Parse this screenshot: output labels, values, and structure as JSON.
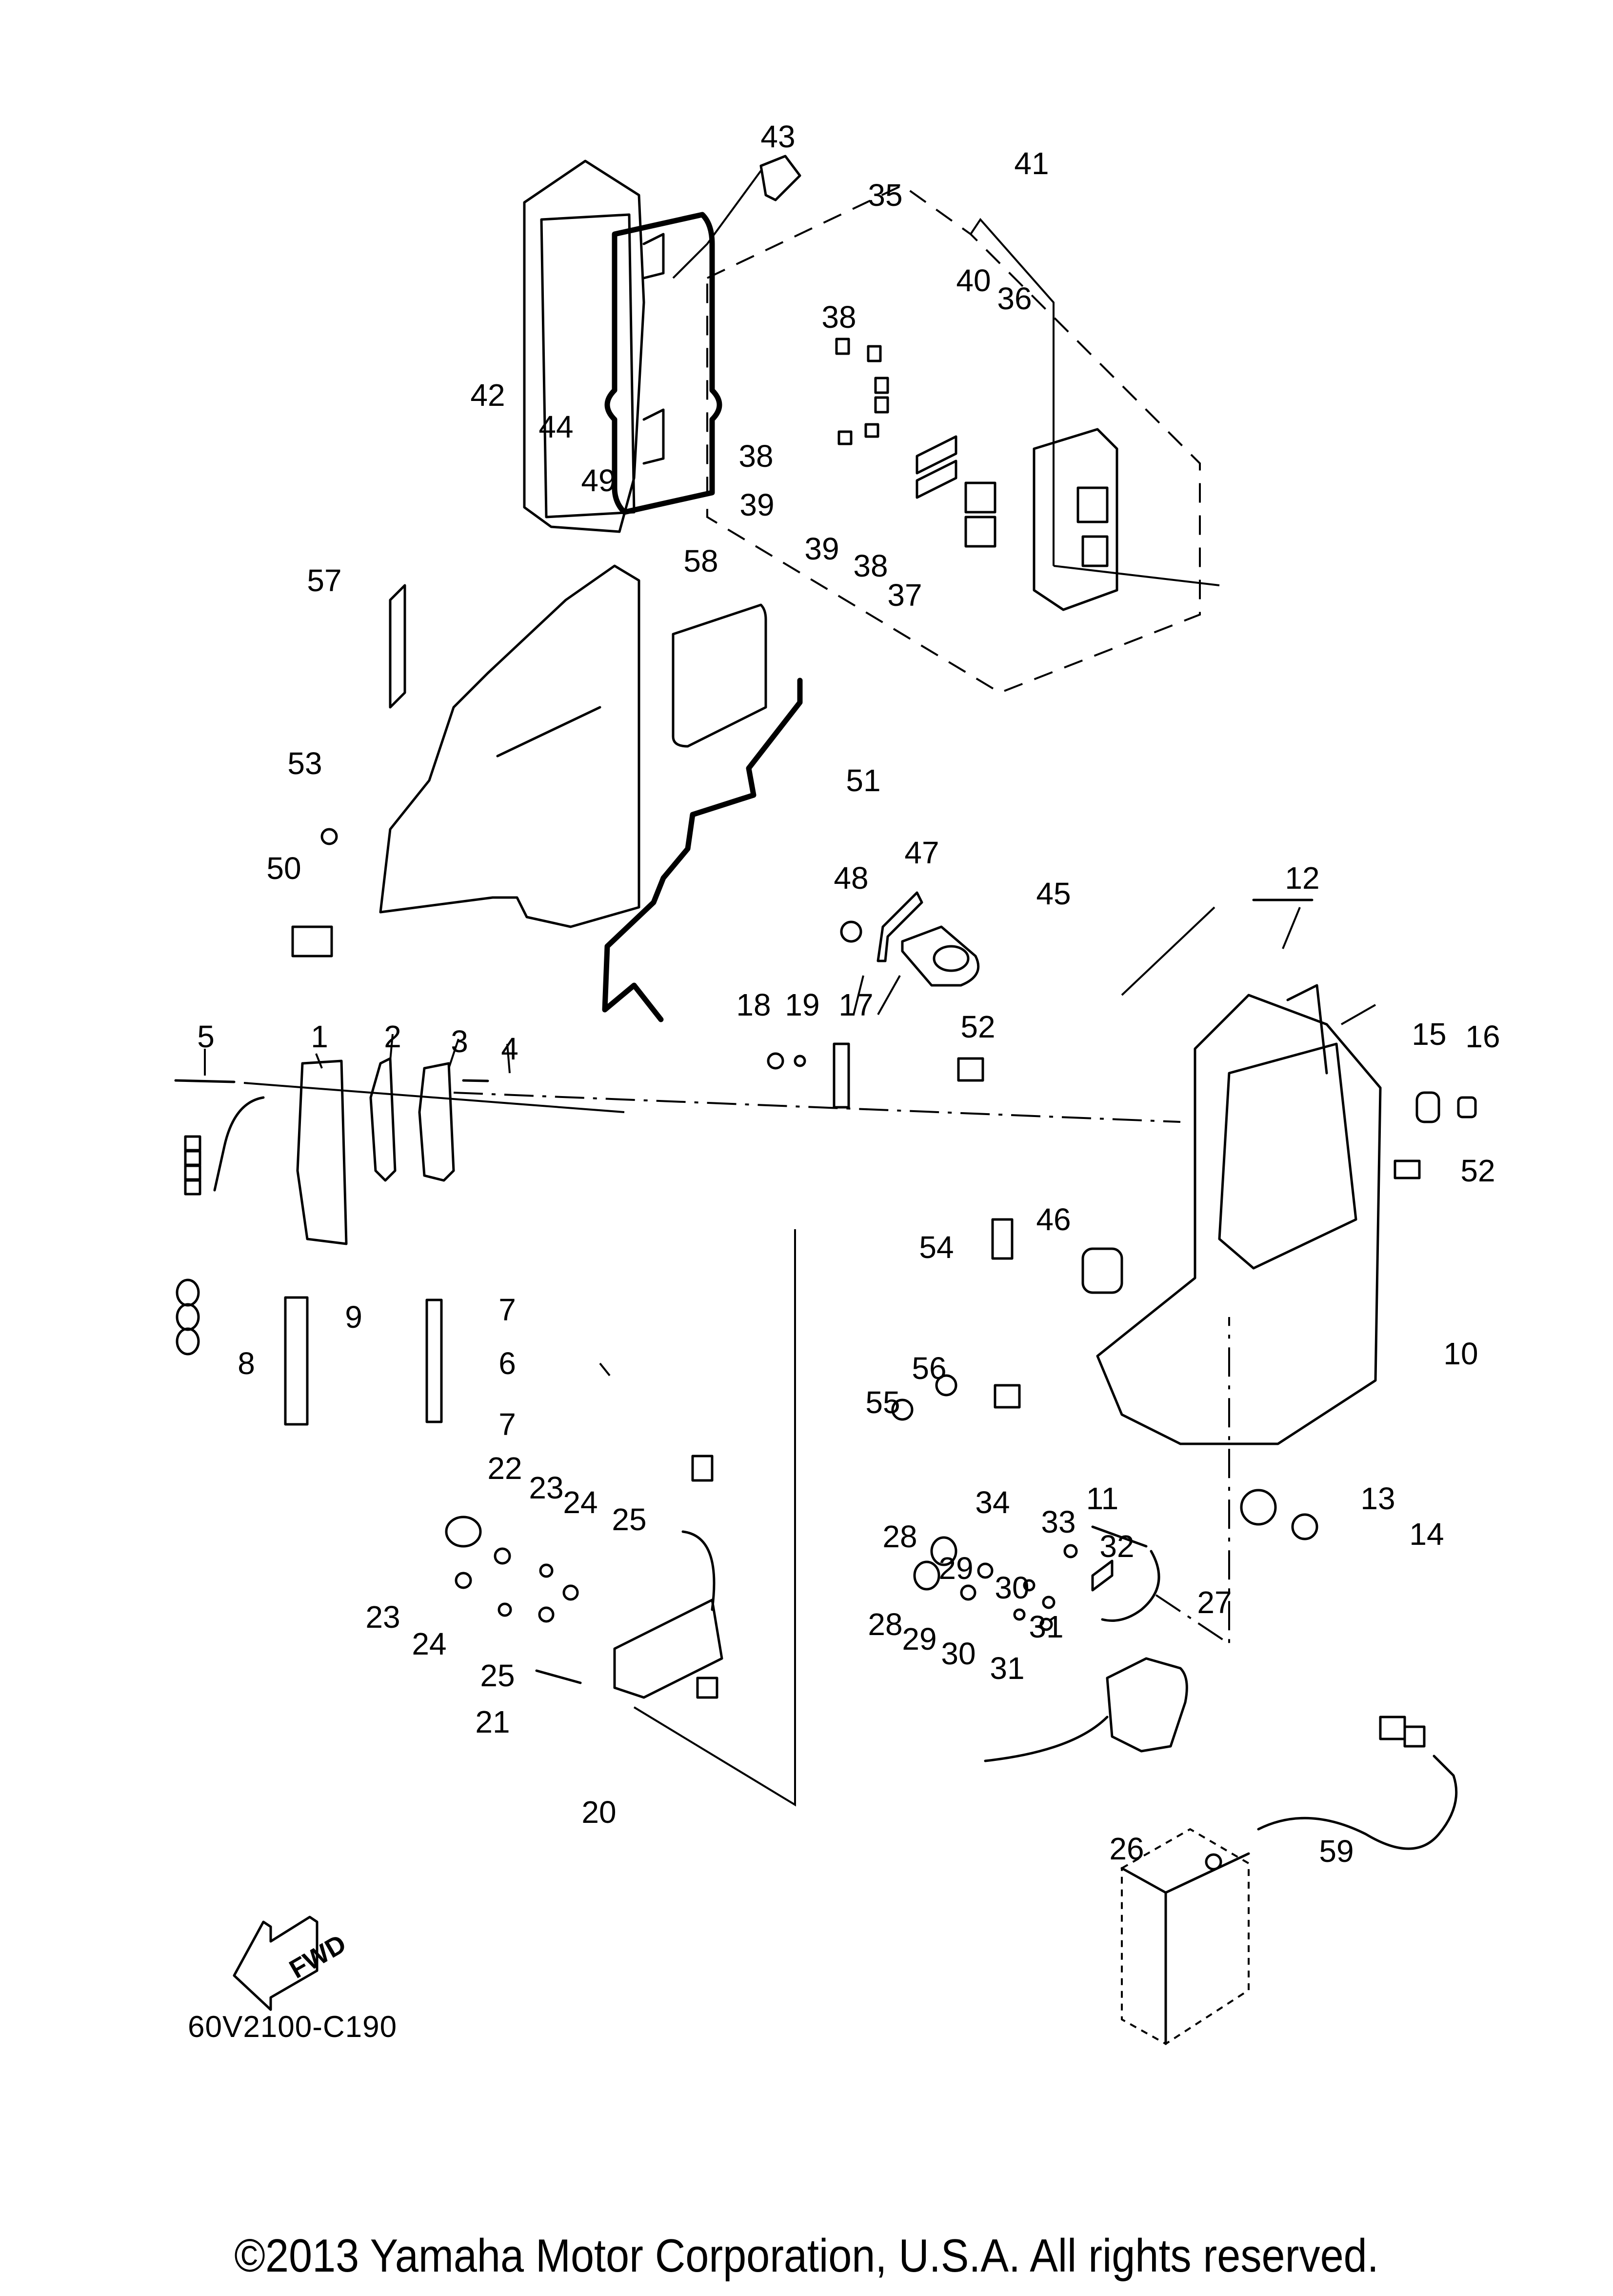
{
  "diagram": {
    "title": "Electrical parts exploded view",
    "code": "60V2100-C190",
    "fwd_label": "FWD",
    "copyright": "©2013 Yamaha Motor Corporation, U.S.A. All rights reserved."
  },
  "callouts": [
    {
      "id": "c1",
      "label": "1"
    },
    {
      "id": "c2",
      "label": "2"
    },
    {
      "id": "c3",
      "label": "3"
    },
    {
      "id": "c4",
      "label": "4"
    },
    {
      "id": "c5",
      "label": "5"
    },
    {
      "id": "c6",
      "label": "6"
    },
    {
      "id": "c7a",
      "label": "7"
    },
    {
      "id": "c7b",
      "label": "7"
    },
    {
      "id": "c8",
      "label": "8"
    },
    {
      "id": "c9",
      "label": "9"
    },
    {
      "id": "c10",
      "label": "10"
    },
    {
      "id": "c11",
      "label": "11"
    },
    {
      "id": "c12",
      "label": "12"
    },
    {
      "id": "c13",
      "label": "13"
    },
    {
      "id": "c14",
      "label": "14"
    },
    {
      "id": "c15",
      "label": "15"
    },
    {
      "id": "c16",
      "label": "16"
    },
    {
      "id": "c17",
      "label": "17"
    },
    {
      "id": "c18",
      "label": "18"
    },
    {
      "id": "c19",
      "label": "19"
    },
    {
      "id": "c20",
      "label": "20"
    },
    {
      "id": "c21",
      "label": "21"
    },
    {
      "id": "c22",
      "label": "22"
    },
    {
      "id": "c23a",
      "label": "23"
    },
    {
      "id": "c23b",
      "label": "23"
    },
    {
      "id": "c24a",
      "label": "24"
    },
    {
      "id": "c24b",
      "label": "24"
    },
    {
      "id": "c25a",
      "label": "25"
    },
    {
      "id": "c25b",
      "label": "25"
    },
    {
      "id": "c26",
      "label": "26"
    },
    {
      "id": "c27",
      "label": "27"
    },
    {
      "id": "c28a",
      "label": "28"
    },
    {
      "id": "c28b",
      "label": "28"
    },
    {
      "id": "c29a",
      "label": "29"
    },
    {
      "id": "c29b",
      "label": "29"
    },
    {
      "id": "c30a",
      "label": "30"
    },
    {
      "id": "c30b",
      "label": "30"
    },
    {
      "id": "c31a",
      "label": "31"
    },
    {
      "id": "c31b",
      "label": "31"
    },
    {
      "id": "c32",
      "label": "32"
    },
    {
      "id": "c33",
      "label": "33"
    },
    {
      "id": "c34",
      "label": "34"
    },
    {
      "id": "c35",
      "label": "35"
    },
    {
      "id": "c36",
      "label": "36"
    },
    {
      "id": "c37",
      "label": "37"
    },
    {
      "id": "c38a",
      "label": "38"
    },
    {
      "id": "c38b",
      "label": "38"
    },
    {
      "id": "c38c",
      "label": "38"
    },
    {
      "id": "c39a",
      "label": "39"
    },
    {
      "id": "c39b",
      "label": "39"
    },
    {
      "id": "c40",
      "label": "40"
    },
    {
      "id": "c41",
      "label": "41"
    },
    {
      "id": "c42",
      "label": "42"
    },
    {
      "id": "c43",
      "label": "43"
    },
    {
      "id": "c44",
      "label": "44"
    },
    {
      "id": "c45",
      "label": "45"
    },
    {
      "id": "c46",
      "label": "46"
    },
    {
      "id": "c47",
      "label": "47"
    },
    {
      "id": "c48",
      "label": "48"
    },
    {
      "id": "c49",
      "label": "49"
    },
    {
      "id": "c50",
      "label": "50"
    },
    {
      "id": "c51",
      "label": "51"
    },
    {
      "id": "c52a",
      "label": "52"
    },
    {
      "id": "c52b",
      "label": "52"
    },
    {
      "id": "c53",
      "label": "53"
    },
    {
      "id": "c54",
      "label": "54"
    },
    {
      "id": "c55",
      "label": "55"
    },
    {
      "id": "c56",
      "label": "56"
    },
    {
      "id": "c57",
      "label": "57"
    },
    {
      "id": "c58",
      "label": "58"
    },
    {
      "id": "c59",
      "label": "59"
    }
  ]
}
